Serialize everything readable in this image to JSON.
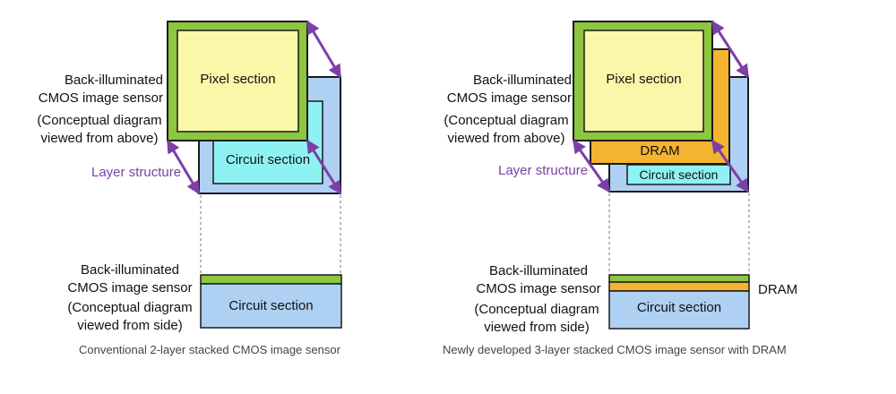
{
  "left": {
    "sensor_label": "Back-illuminated\nCMOS image sensor",
    "above_note": "(Conceptual diagram\nviewed from above)",
    "layer_structure": "Layer structure",
    "pixel_section": "Pixel section",
    "circuit_section": "Circuit section",
    "side_sensor_label": "Back-illuminated\nCMOS image sensor",
    "side_note": "(Conceptual diagram\nviewed from side)",
    "side_circuit": "Circuit section",
    "caption": "Conventional 2-layer stacked CMOS image sensor"
  },
  "right": {
    "sensor_label": "Back-illuminated\nCMOS image sensor",
    "above_note": "(Conceptual diagram\nviewed from above)",
    "layer_structure": "Layer structure",
    "pixel_section": "Pixel section",
    "dram": "DRAM",
    "circuit_section": "Circuit section",
    "side_sensor_label": "Back-illuminated\nCMOS image sensor",
    "side_note": "(Conceptual diagram\nviewed from side)",
    "side_circuit": "Circuit section",
    "side_dram": "DRAM",
    "caption": "Newly developed 3-layer stacked CMOS image sensor with DRAM"
  },
  "colors": {
    "pixel_fill": "#faf7a8",
    "pixel_border": "#8dc63f",
    "circuit_blue": "#aed0f2",
    "circuit_cyan": "#8ff2f2",
    "dram_orange": "#f4b430",
    "arrow_purple": "#7b3fa6"
  }
}
